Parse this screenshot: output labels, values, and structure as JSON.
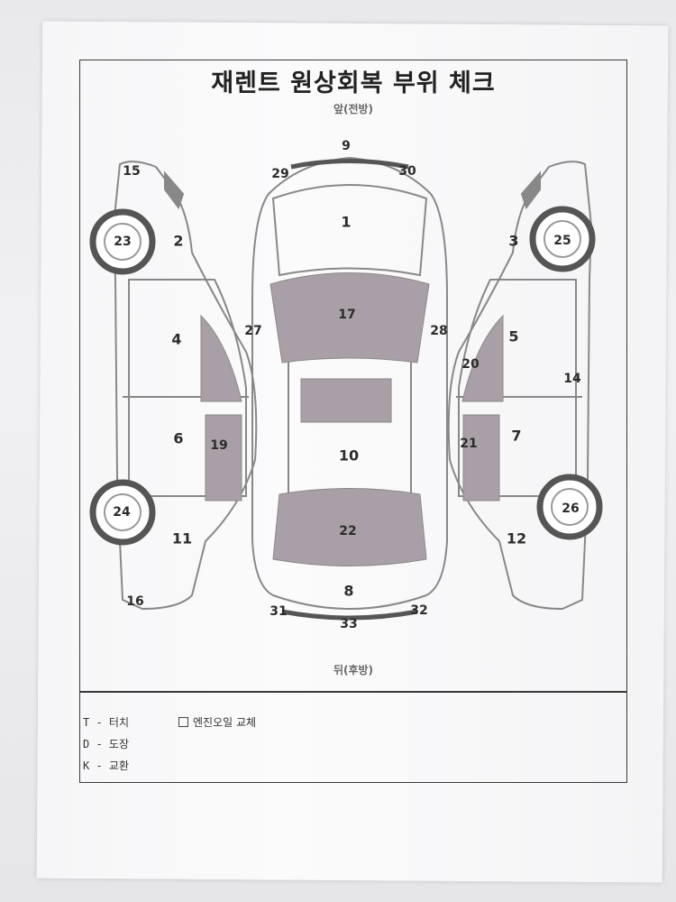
{
  "title": "재렌트 원상회복 부위 체크",
  "front_label": "앞(전방)",
  "rear_label": "뒤(후방)",
  "legend": [
    {
      "text": "T - 터치"
    },
    {
      "text": "D - 도장"
    },
    {
      "text": "K - 교환"
    }
  ],
  "checkbox": {
    "label": "엔진오일 교체",
    "checked": false
  },
  "parts": {
    "p1": "1",
    "p2": "2",
    "p3": "3",
    "p4": "4",
    "p5": "5",
    "p6": "6",
    "p7": "7",
    "p8": "8",
    "p9": "9",
    "p10": "10",
    "p11": "11",
    "p12": "12",
    "p14": "14",
    "p15": "15",
    "p16": "16",
    "p17": "17",
    "p19": "19",
    "p20": "20",
    "p21": "21",
    "p22": "22",
    "p23": "23",
    "p24": "24",
    "p25": "25",
    "p26": "26",
    "p27": "27",
    "p28": "28",
    "p29": "29",
    "p30": "30",
    "p31": "31",
    "p32": "32",
    "p33": "33"
  }
}
